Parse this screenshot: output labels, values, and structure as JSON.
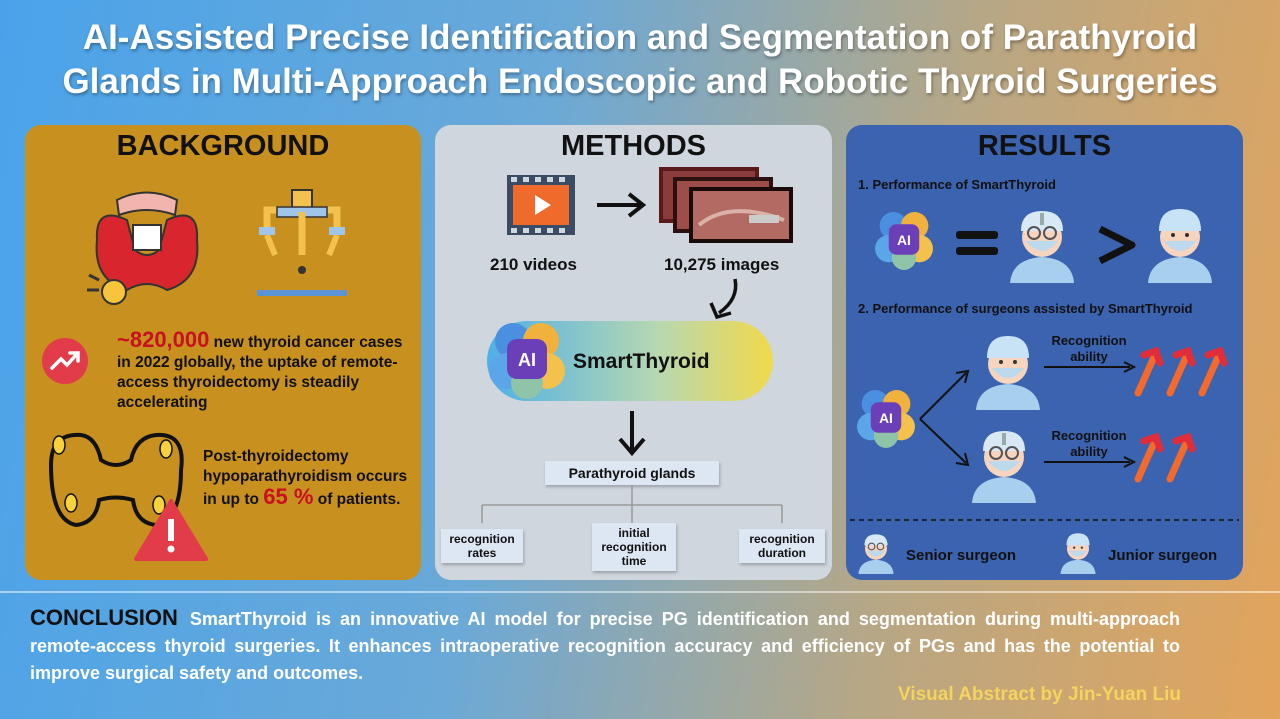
{
  "title": {
    "line1": "AI-Assisted Precise Identification and Segmentation of Parathyroid",
    "line2": "Glands in Multi-Approach Endoscopic and Robotic Thyroid Surgeries"
  },
  "background": {
    "heading": "BACKGROUND",
    "stat1_number": "~820,000",
    "stat1_text": " new thyroid cancer cases in 2022 globally, the uptake of remote-access  thyroidectomy is steadily accelerating",
    "stat2_text": "Post-thyroidectomy hypoparathyroidism occurs in up to ",
    "stat2_number": "65 %",
    "stat2_tail": " of patients."
  },
  "methods": {
    "heading": "METHODS",
    "videos_label": "210 videos",
    "images_label": "10,275 images",
    "model_name": "SmartThyroid",
    "ai_badge": "AI",
    "target": "Parathyroid glands",
    "metrics": [
      "recognition rates",
      "initial recognition time",
      "recognition duration"
    ]
  },
  "results": {
    "heading": "RESULTS",
    "section1": "1. Performance of SmartThyroid",
    "section2": "2. Performance of surgeons assisted by SmartThyroid",
    "ai_badge": "AI",
    "recognition_label": "Recognition ability",
    "legend_senior": "Senior surgeon",
    "legend_junior": "Junior surgeon"
  },
  "conclusion": {
    "heading": "CONCLUSION",
    "text": "SmartThyroid is an innovative AI model for precise PG identification and segmentation during multi-approach remote-access thyroid surgeries. It enhances intraoperative recognition accuracy and efficiency of PGs and has the potential to improve surgical safety and outcomes."
  },
  "credit": "Visual Abstract by Jin-Yuan Liu",
  "colors": {
    "background_panel": "#c8901f",
    "methods_panel": "#cfd6de",
    "results_panel": "#3c63b0",
    "highlight_red": "#c8101e",
    "credit_yellow": "#f4d35e"
  }
}
